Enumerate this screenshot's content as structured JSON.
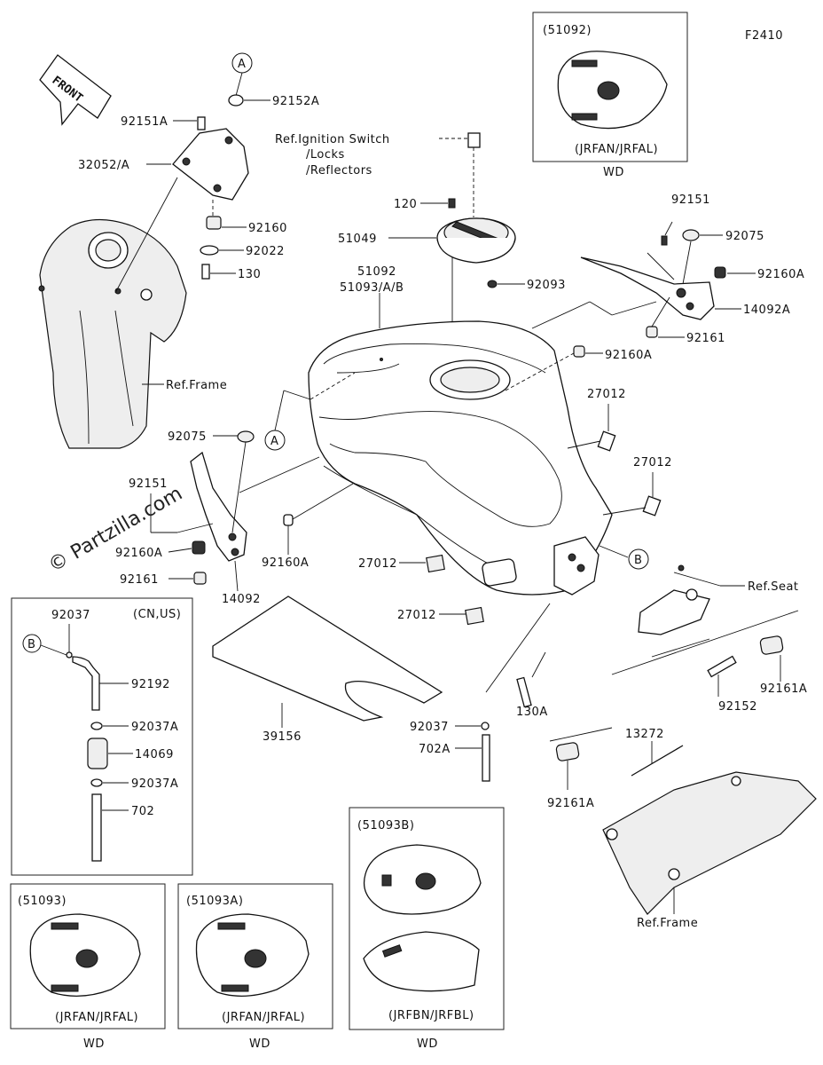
{
  "figure_code": "F2410",
  "front_label": "FRONT",
  "watermark": "© Partzilla.com",
  "refs": {
    "ignition_line1": "Ref.Ignition Switch",
    "ignition_line2": "/Locks",
    "ignition_line3": "/Reflectors",
    "frame_left": "Ref.Frame",
    "frame_right": "Ref.Frame",
    "seat": "Ref.Seat"
  },
  "callouts": {
    "A": "A",
    "B": "B"
  },
  "parts": {
    "p92152A": "92152A",
    "p92151A": "92151A",
    "p32052A": "32052/A",
    "p92160_top": "92160",
    "p92022": "92022",
    "p130": "130",
    "p120": "120",
    "p51049": "51049",
    "p51092": "51092",
    "p51093AB": "51093/A/B",
    "p92093": "92093",
    "p92151_r": "92151",
    "p92075_r": "92075",
    "p92160A_r1": "92160A",
    "p14092A": "14092A",
    "p92161_r": "92161",
    "p92160A_r2": "92160A",
    "p27012_a": "27012",
    "p27012_b": "27012",
    "p92075_l": "92075",
    "p92151_l": "92151",
    "p92160A_l1": "92160A",
    "p92160A_l2": "92160A",
    "p92161_l": "92161",
    "p14092": "14092",
    "p27012_c": "27012",
    "p27012_d": "27012",
    "p39156": "39156",
    "p92037": "92037",
    "p702A": "702A",
    "p130A": "130A",
    "p92161A_r": "92161A",
    "p92152": "92152",
    "p13272": "13272",
    "p92161A_b": "92161A"
  },
  "inset_hose": {
    "region": "(CN,US)",
    "p92037": "92037",
    "p92192": "92192",
    "p92037A_1": "92037A",
    "p14069": "14069",
    "p92037A_2": "92037A",
    "p702": "702"
  },
  "insets": [
    {
      "part": "(51092)",
      "variant": "(JRFAN/JRFAL)",
      "note": "WD"
    },
    {
      "part": "(51093)",
      "variant": "(JRFAN/JRFAL)",
      "note": "WD"
    },
    {
      "part": "(51093A)",
      "variant": "(JRFAN/JRFAL)",
      "note": "WD"
    },
    {
      "part": "(51093B)",
      "variant": "(JRFBN/JRFBL)",
      "note": "WD"
    }
  ]
}
